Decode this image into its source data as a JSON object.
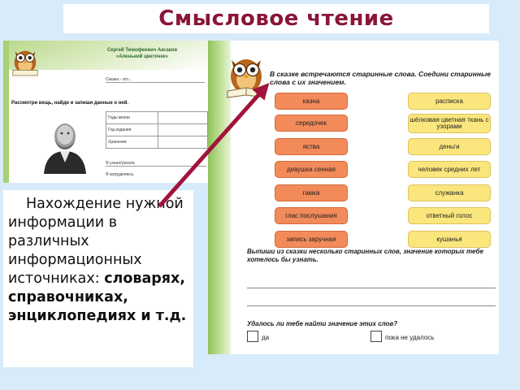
{
  "slide": {
    "title": "Смысловое чтение"
  },
  "left_sheet": {
    "author": "Сергей Тимофеевич Аксаков",
    "work": "«Аленький цветочек»",
    "line1": "Сказка - это...",
    "task": "Рассмотри вещь, найди и запиши данные о ней.",
    "table": [
      [
        "Годы жизни",
        ""
      ],
      [
        "Год издания",
        ""
      ],
      [
        "Хранение",
        ""
      ]
    ],
    "line2": "Я узнал/узнала",
    "line3": "Я затрудняюсь"
  },
  "right_sheet": {
    "task": "В сказке встречаются старинные слова. Соедини старинные слова с их значением.",
    "old_words": [
      "казна",
      "середочек",
      "яства",
      "девушка сенная",
      "гамка",
      "глас послушания",
      "запись заручная"
    ],
    "meanings": [
      "расписка",
      "шёлковая цветная ткань с узорами",
      "деньги",
      "человек средних лет",
      "служанка",
      "ответный голос",
      "кушанья"
    ],
    "task2": "Выпиши из сказки несколько старинных слов, значение которых тебе хотелось бы узнать.",
    "task3": "Удалось ли тебе найти значение этих слов?",
    "option_yes": "да",
    "option_no": "пока не удалось"
  },
  "note": {
    "text_plain": "Нахождение нужной информации в различных информационных источниках:",
    "text_bold": "словарях, справочниках, энциклопедиях и т.д."
  },
  "colors": {
    "title": "#8a1538",
    "background": "#d7ebfa",
    "arrow": "#a0143c",
    "old_word_box": "#f28a5a",
    "meaning_box": "#fbe67e",
    "sheet_stripe": "#8fc35a"
  }
}
